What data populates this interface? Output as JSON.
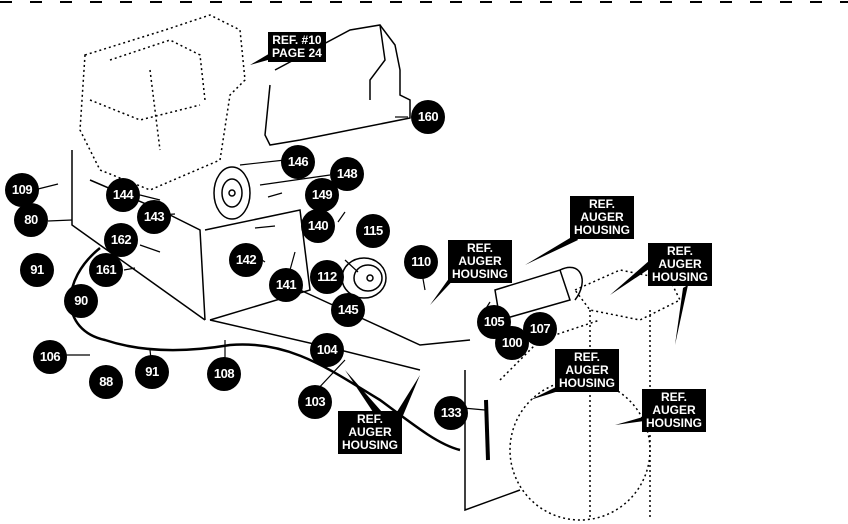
{
  "diagram": {
    "title": "Drive / Auger Clutch Parts Diagram",
    "style": {
      "ink": "#000000",
      "paper": "#ffffff"
    },
    "references": [
      {
        "id": "ref-engine",
        "text": "REF. #10\nPAGE 24"
      },
      {
        "id": "ref-auger-1",
        "text": "REF.\nAUGER\nHOUSING"
      },
      {
        "id": "ref-auger-2",
        "text": "REF.\nAUGER\nHOUSING"
      },
      {
        "id": "ref-auger-3",
        "text": "REF.\nAUGER\nHOUSING"
      },
      {
        "id": "ref-auger-4",
        "text": "REF.\nAUGER\nHOUSING"
      },
      {
        "id": "ref-auger-5",
        "text": "REF.\nAUGER\nHOUSING"
      },
      {
        "id": "ref-auger-6",
        "text": "REF.\nAUGER\nHOUSING"
      }
    ],
    "callouts": [
      {
        "label": "160"
      },
      {
        "label": "146"
      },
      {
        "label": "148"
      },
      {
        "label": "149"
      },
      {
        "label": "140"
      },
      {
        "label": "109"
      },
      {
        "label": "144"
      },
      {
        "label": "143"
      },
      {
        "label": "80"
      },
      {
        "label": "162"
      },
      {
        "label": "91"
      },
      {
        "label": "161"
      },
      {
        "label": "142"
      },
      {
        "label": "141"
      },
      {
        "label": "115"
      },
      {
        "label": "112"
      },
      {
        "label": "145"
      },
      {
        "label": "110"
      },
      {
        "label": "90"
      },
      {
        "label": "106"
      },
      {
        "label": "88"
      },
      {
        "label": "91"
      },
      {
        "label": "108"
      },
      {
        "label": "104"
      },
      {
        "label": "103"
      },
      {
        "label": "105"
      },
      {
        "label": "107"
      },
      {
        "label": "100"
      },
      {
        "label": "133"
      }
    ]
  }
}
